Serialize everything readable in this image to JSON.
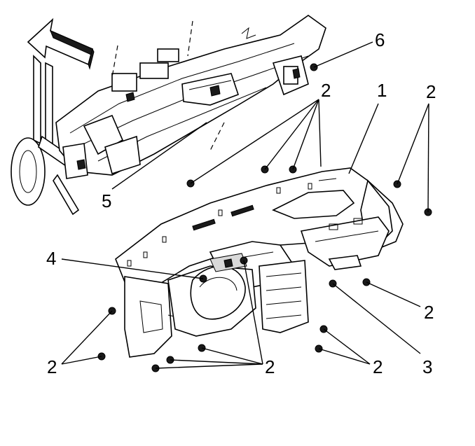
{
  "callouts": {
    "c1": "1",
    "c2_top": "2",
    "c2_top_right": "2",
    "c2_right": "2",
    "c2_bottom_left": "2",
    "c2_bottom_mid": "2",
    "c2_bottom_right": "2",
    "c3": "3",
    "c4": "4",
    "c5": "5",
    "c6": "6"
  },
  "icons": {
    "direction_arrow": "front-of-vehicle-arrow-icon",
    "fastener": "bolt-icon"
  },
  "colors": {
    "ink": "#000000",
    "background": "#ffffff"
  }
}
